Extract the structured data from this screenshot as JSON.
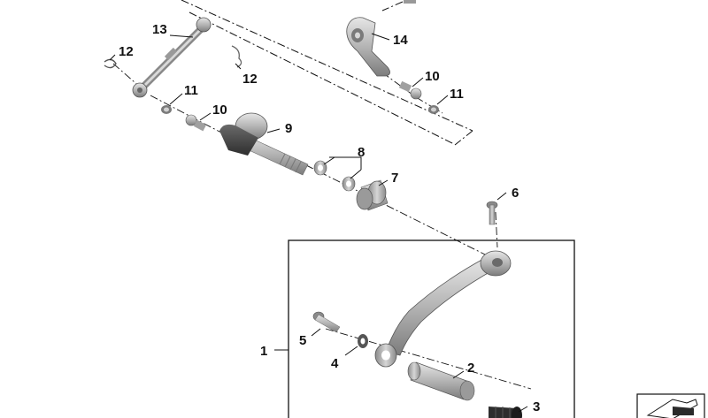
{
  "diagram": {
    "callouts": [
      {
        "id": "1",
        "label": "1"
      },
      {
        "id": "2",
        "label": "2"
      },
      {
        "id": "3",
        "label": "3"
      },
      {
        "id": "4",
        "label": "4"
      },
      {
        "id": "5",
        "label": "5"
      },
      {
        "id": "6",
        "label": "6"
      },
      {
        "id": "7",
        "label": "7"
      },
      {
        "id": "8",
        "label": "8"
      },
      {
        "id": "9",
        "label": "9"
      },
      {
        "id": "10a",
        "label": "10"
      },
      {
        "id": "10b",
        "label": "10"
      },
      {
        "id": "11a",
        "label": "11"
      },
      {
        "id": "11b",
        "label": "11"
      },
      {
        "id": "12a",
        "label": "12"
      },
      {
        "id": "12b",
        "label": "12"
      },
      {
        "id": "13",
        "label": "13"
      },
      {
        "id": "14",
        "label": "14"
      }
    ]
  },
  "colors": {
    "ink": "#111111",
    "part_light": "#c8c8c8",
    "part_mid": "#a6a6a6",
    "part_dark": "#5a5a5a",
    "rubber": "#2a2a2a"
  },
  "icons": {
    "corner": "catalog-thumbnail-icon"
  }
}
